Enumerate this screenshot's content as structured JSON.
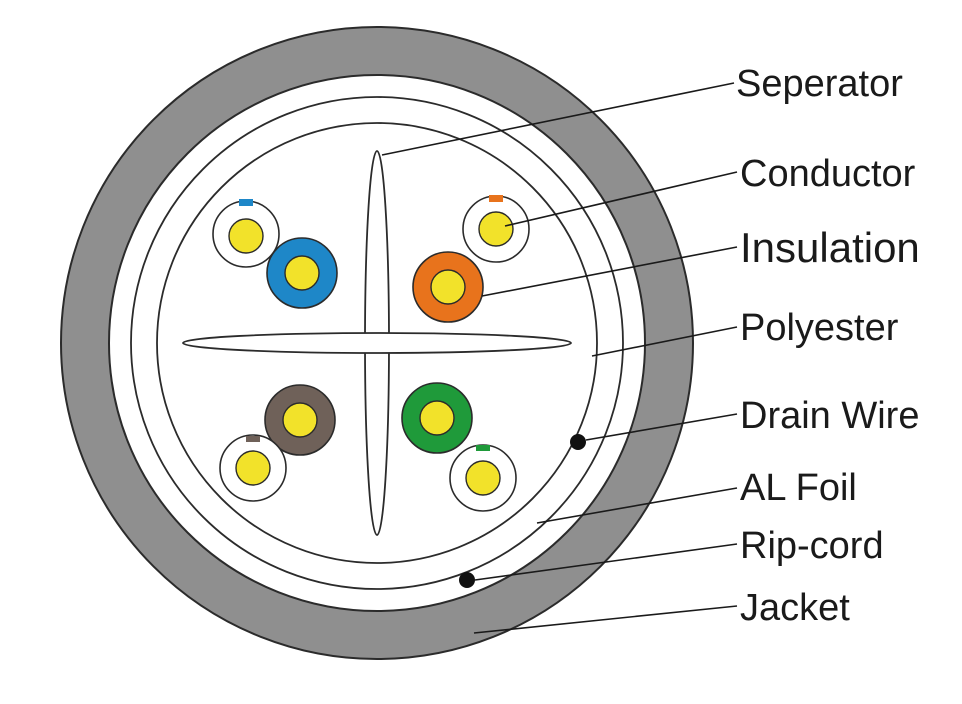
{
  "labels": {
    "separator": "Seperator",
    "conductor": "Conductor",
    "insulation": "Insulation",
    "polyester": "Polyester",
    "drain_wire": "Drain Wire",
    "al_foil": "AL Foil",
    "rip_cord": "Rip-cord",
    "jacket": "Jacket"
  },
  "colors": {
    "jacket": "#8f8f8f",
    "conductor": "#f2e22a",
    "blue": "#1e87c8",
    "orange": "#e8731c",
    "brown": "#6f6159",
    "green": "#1f9a3a"
  }
}
